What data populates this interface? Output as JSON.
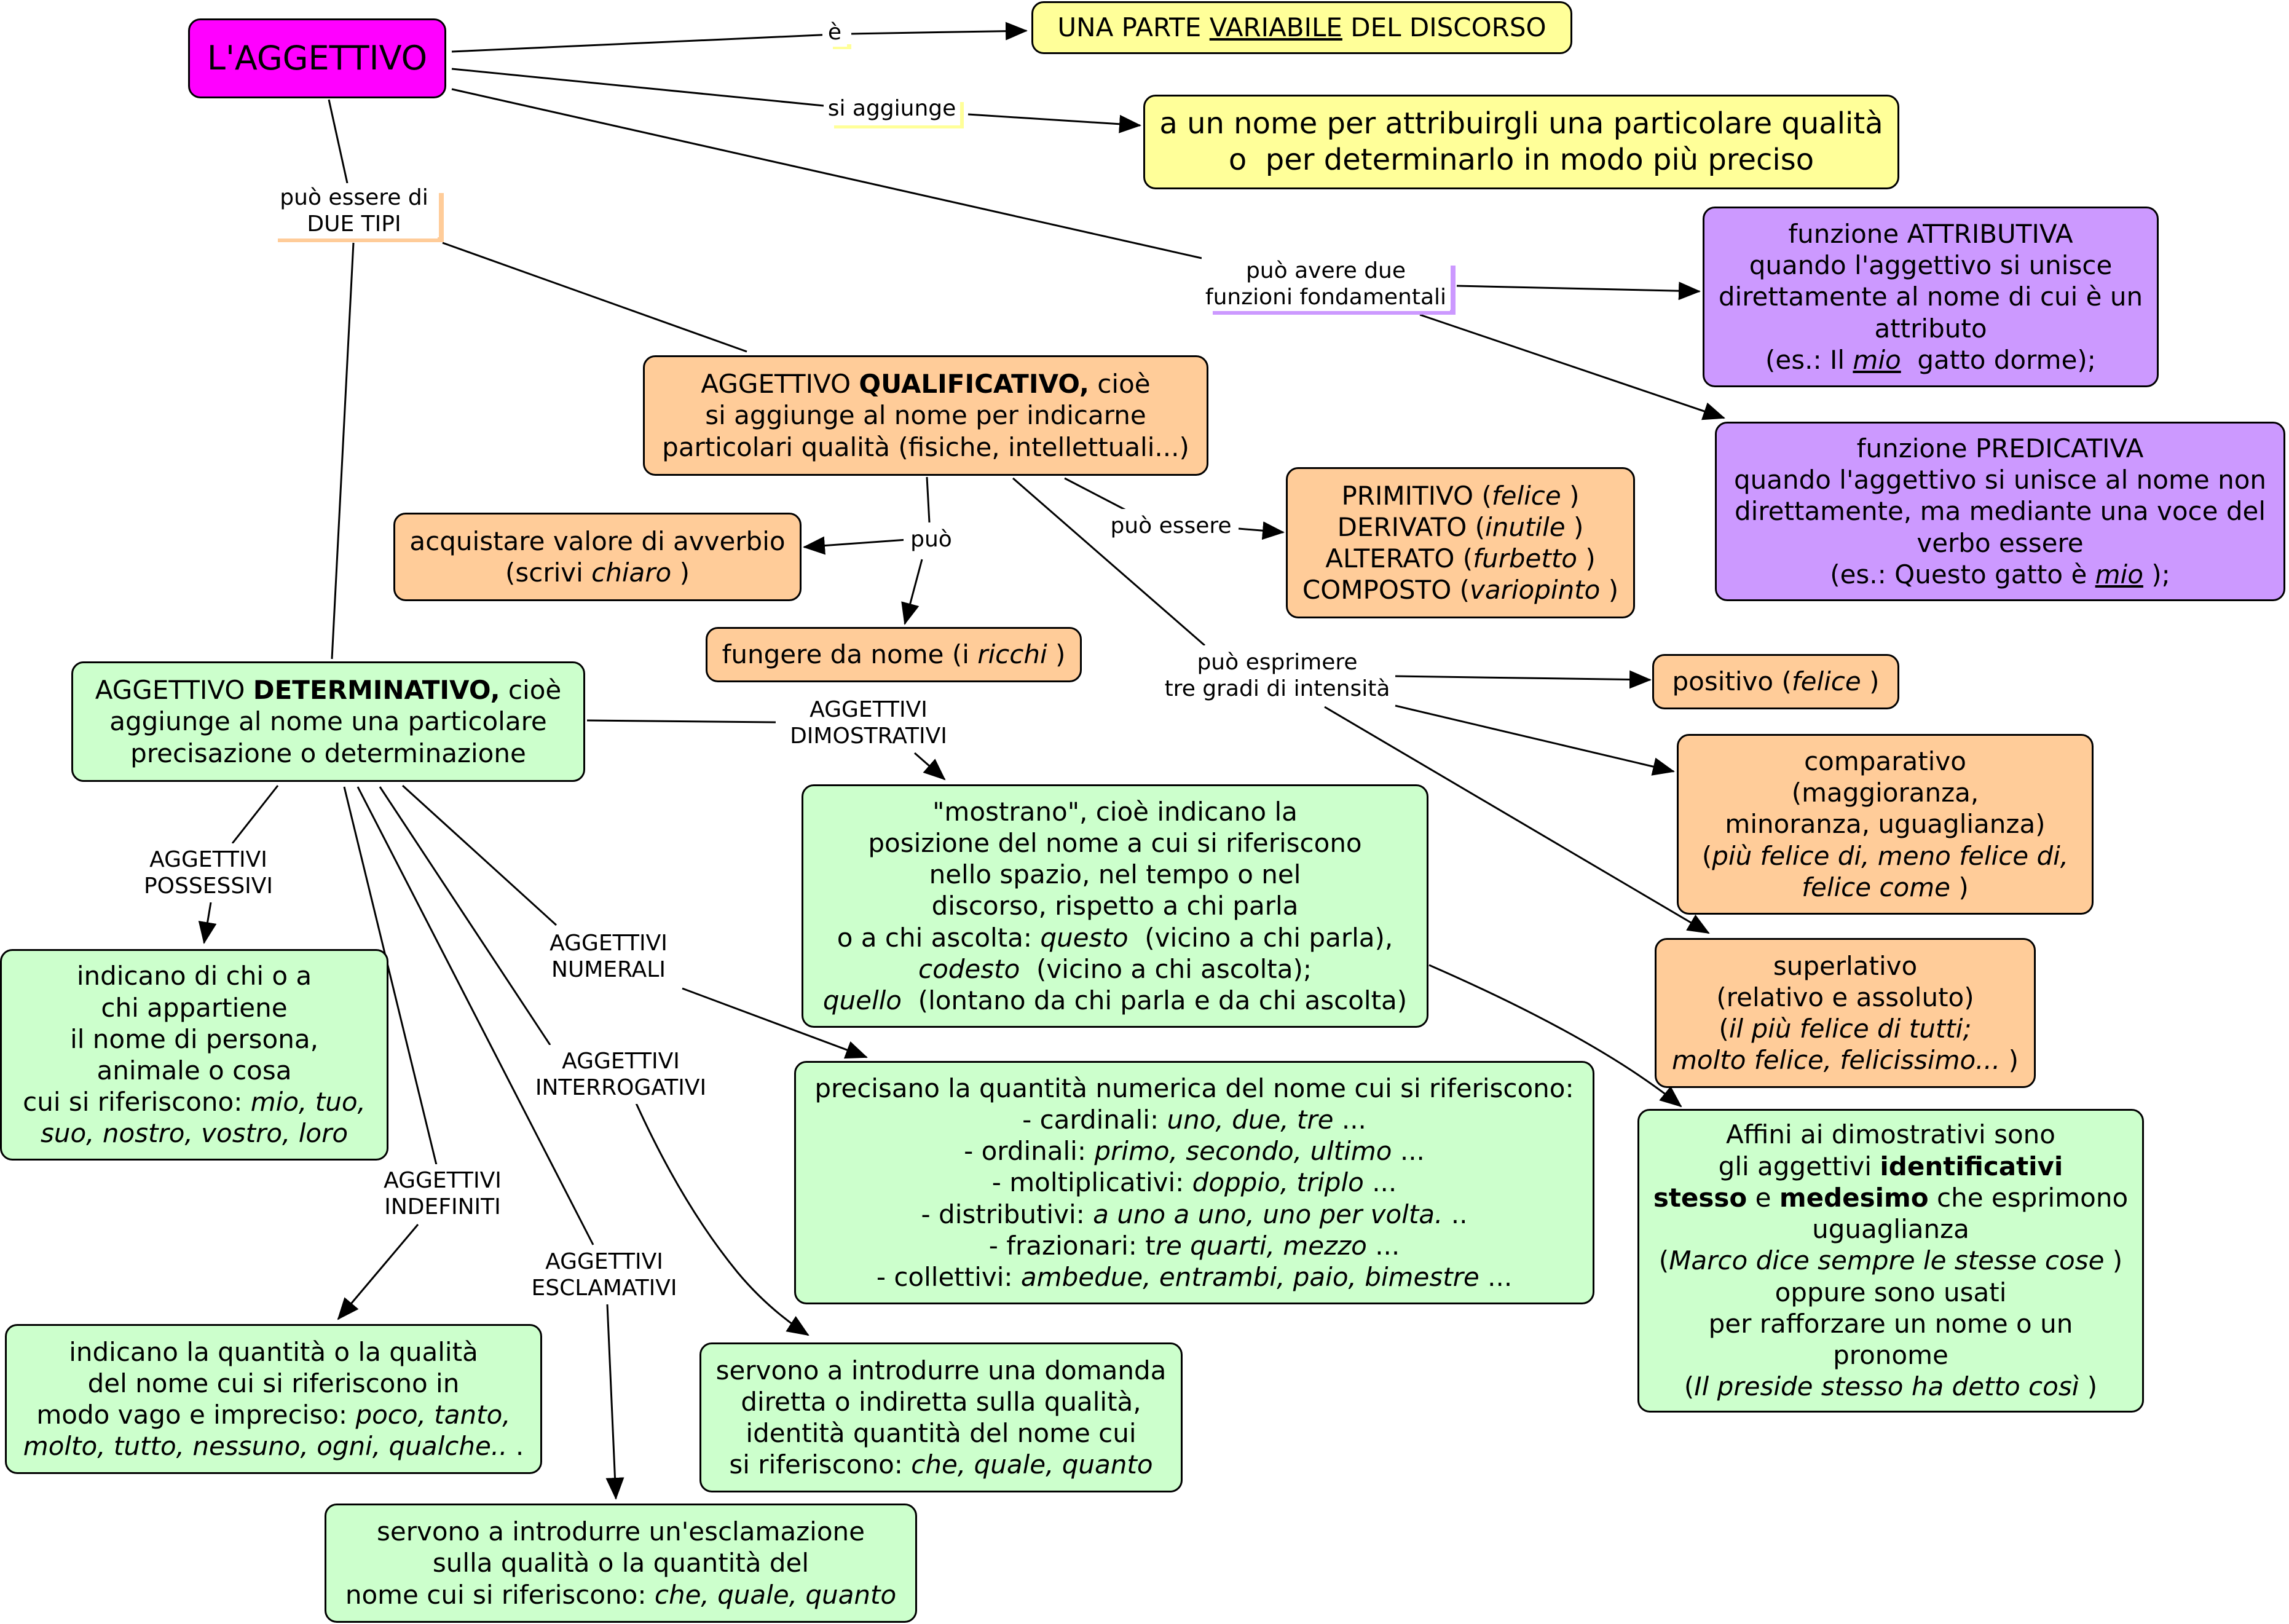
{
  "palette": {
    "root": "#ff00ff",
    "definition": "#ffff99",
    "function": "#cc99ff",
    "qualificativo": "#ffcc99",
    "determinativo": "#ccffcc",
    "line": "#000000"
  },
  "nodes": {
    "root": {
      "text": "L'AGGETTIVO"
    },
    "parte_variabile": {
      "pre": "UNA PARTE ",
      "emph": "VARIABILE",
      "post": " DEL DISCORSO"
    },
    "si_aggiunge": {
      "line1": "a un nome per attribuirgli una particolare qualità",
      "line2": "o  per determinarlo in modo più preciso"
    },
    "funzione_attributiva": {
      "line1": "funzione ATTRIBUTIVA",
      "line2": "quando l'aggettivo si unisce",
      "line3": "direttamente al nome di cui è un",
      "line4": "attributo",
      "ex_pre": "(es.: Il ",
      "ex_em": "mio",
      "ex_post": "  gatto dorme);"
    },
    "funzione_predicativa": {
      "line1": "funzione PREDICATIVA",
      "line2": "quando l'aggettivo si unisce al nome non",
      "line3": "direttamente, ma mediante una voce del",
      "line4": "verbo essere",
      "ex_pre": "(es.: Questo gatto è ",
      "ex_em": "mio",
      "ex_post": " );"
    },
    "qualificativo": {
      "l1_pre": "AGGETTIVO ",
      "l1_bold": "QUALIFICATIVO,",
      "l1_post": " cioè",
      "line2": "si aggiunge al nome per indicarne",
      "line3": "particolari qualità (fisiche, intellettuali...)"
    },
    "tipi_formazione": {
      "r1": "PRIMITIVO (",
      "r1i": "felice",
      "r1e": " )",
      "r2": "DERIVATO (",
      "r2i": "inutile",
      "r2e": " )",
      "r3": "ALTERATO (",
      "r3i": "furbetto",
      "r3e": " )",
      "r4": "COMPOSTO (",
      "r4i": "variopinto",
      "r4e": " )"
    },
    "avverbio": {
      "line1": "acquistare valore di avverbio",
      "l2_pre": "(scrivi ",
      "l2_em": "chiaro",
      "l2_post": " )"
    },
    "nome": {
      "pre": "fungere da nome (i ",
      "em": "ricchi",
      "post": " )"
    },
    "positivo": {
      "pre": "positivo (",
      "em": "felice",
      "post": " )"
    },
    "comparativo": {
      "line1": "comparativo",
      "line2": "(maggioranza,",
      "line3": "minoranza, uguaglianza)",
      "l4_pre": "(",
      "l4_em": "più felice di, meno felice di,",
      "l5_em": "felice come",
      "l5_post": " )"
    },
    "superlativo": {
      "line1": "superlativo",
      "line2": "(relativo e assoluto)",
      "l3_pre": "(",
      "l3_em": "il più felice di tutti;",
      "l4_em": "molto felice, felicissimo...",
      "l4_post": " )"
    },
    "determinativo": {
      "l1_pre": "AGGETTIVO ",
      "l1_bold": "DETERMINATIVO,",
      "l1_post": " cioè",
      "line2": "aggiunge al nome una particolare",
      "line3": "precisazione o determinazione"
    },
    "dimostrativi": {
      "line1": "\"mostrano\", cioè indicano la",
      "line2": "posizione del nome a cui si riferiscono",
      "line3": "nello spazio, nel tempo o nel",
      "line4": "discorso, rispetto a chi parla",
      "l5_pre": "o a chi ascolta: ",
      "l5_em": "questo",
      "l5_post": "  (vicino a chi parla),",
      "l6_em": "codesto",
      "l6_post": "  (vicino a chi ascolta);",
      "l7_em": "quello",
      "l7_post": "  (lontano da chi parla e da chi ascolta)"
    },
    "possessivi": {
      "line1": "indicano di chi o a",
      "line2": "chi appartiene",
      "line3": "il nome di persona,",
      "line4": "animale o cosa",
      "l5_pre": "cui si riferiscono: ",
      "l5_em": "mio, tuo,",
      "l6_em": "suo, nostro, vostro, loro"
    },
    "numerali": {
      "line1": "precisano la quantità numerica del nome cui si riferiscono:",
      "l2_pre": "- cardinali: ",
      "l2_em": "uno, due, tre",
      "l2_post": " ...",
      "l3_pre": "- ordinali: ",
      "l3_em": "primo, secondo, ultimo",
      "l3_post": " ...",
      "l4_pre": "- moltiplicativi: ",
      "l4_em": "doppio, triplo",
      "l4_post": " ...",
      "l5_pre": "- distributivi: ",
      "l5_em": "a uno a uno, uno per volta.",
      "l5_post": " ..",
      "l6_pre": "- frazionari: t",
      "l6_em": "re quarti, mezzo",
      "l6_post": " ...",
      "l7_pre": "- collettivi: ",
      "l7_em": "ambedue, entrambi, paio, bimestre",
      "l7_post": " ..."
    },
    "identificativi": {
      "line1": "Affini ai dimostrativi sono",
      "l2_pre": "gli aggettivi ",
      "l2_bold": "identificativi",
      "l3_bold1": "stesso",
      "l3_mid": " e ",
      "l3_bold2": "medesimo",
      "l3_post": " che esprimono",
      "line4": "uguaglianza",
      "l5_pre": "(",
      "l5_em": "Marco dice sempre le stesse cose",
      "l5_post": " )",
      "line6": "oppure sono usati",
      "line7": "per rafforzare un nome o un",
      "line8": "pronome",
      "l9_pre": "(",
      "l9_em": "Il preside stesso ha detto così",
      "l9_post": " )"
    },
    "indefiniti": {
      "line1": "indicano la quantità o la qualità",
      "line2": "del nome cui si riferiscono in",
      "l3_pre": "modo vago e impreciso: ",
      "l3_em": "poco, tanto,",
      "l4_em": "molto, tutto, nessuno, ogni, qualche..",
      "l4_post": " ."
    },
    "interrogativi": {
      "line1": "servono a introdurre una domanda",
      "line2": "diretta o indiretta sulla qualità,",
      "line3": "identità quantità del nome cui",
      "l4_pre": "si riferiscono: ",
      "l4_em": "che, quale, quanto"
    },
    "esclamativi": {
      "line1": "servono a introdurre un'esclamazione",
      "line2": "sulla qualità o la quantità del",
      "l3_pre": "nome cui si riferiscono: ",
      "l3_em": "che, quale, quanto"
    }
  },
  "labels": {
    "e": "è",
    "si_aggiunge": "si aggiunge",
    "due_tipi_1": "può essere di",
    "due_tipi_2": "DUE TIPI",
    "funzioni_1": "può avere due",
    "funzioni_2": "funzioni fondamentali",
    "puo": "può",
    "puo_essere": "può essere",
    "gradi_1": "può esprimere",
    "gradi_2": "tre gradi di intensità",
    "dimostrativi_1": "AGGETTIVI",
    "dimostrativi_2": "DIMOSTRATIVI",
    "possessivi_1": "AGGETTIVI",
    "possessivi_2": "POSSESSIVI",
    "numerali_1": "AGGETTIVI",
    "numerali_2": "NUMERALI",
    "interrogativi_1": "AGGETTIVI",
    "interrogativi_2": "INTERROGATIVI",
    "indefiniti_1": "AGGETTIVI",
    "indefiniti_2": "INDEFINITI",
    "esclamativi_1": "AGGETTIVI",
    "esclamativi_2": "ESCLAMATIVI"
  }
}
